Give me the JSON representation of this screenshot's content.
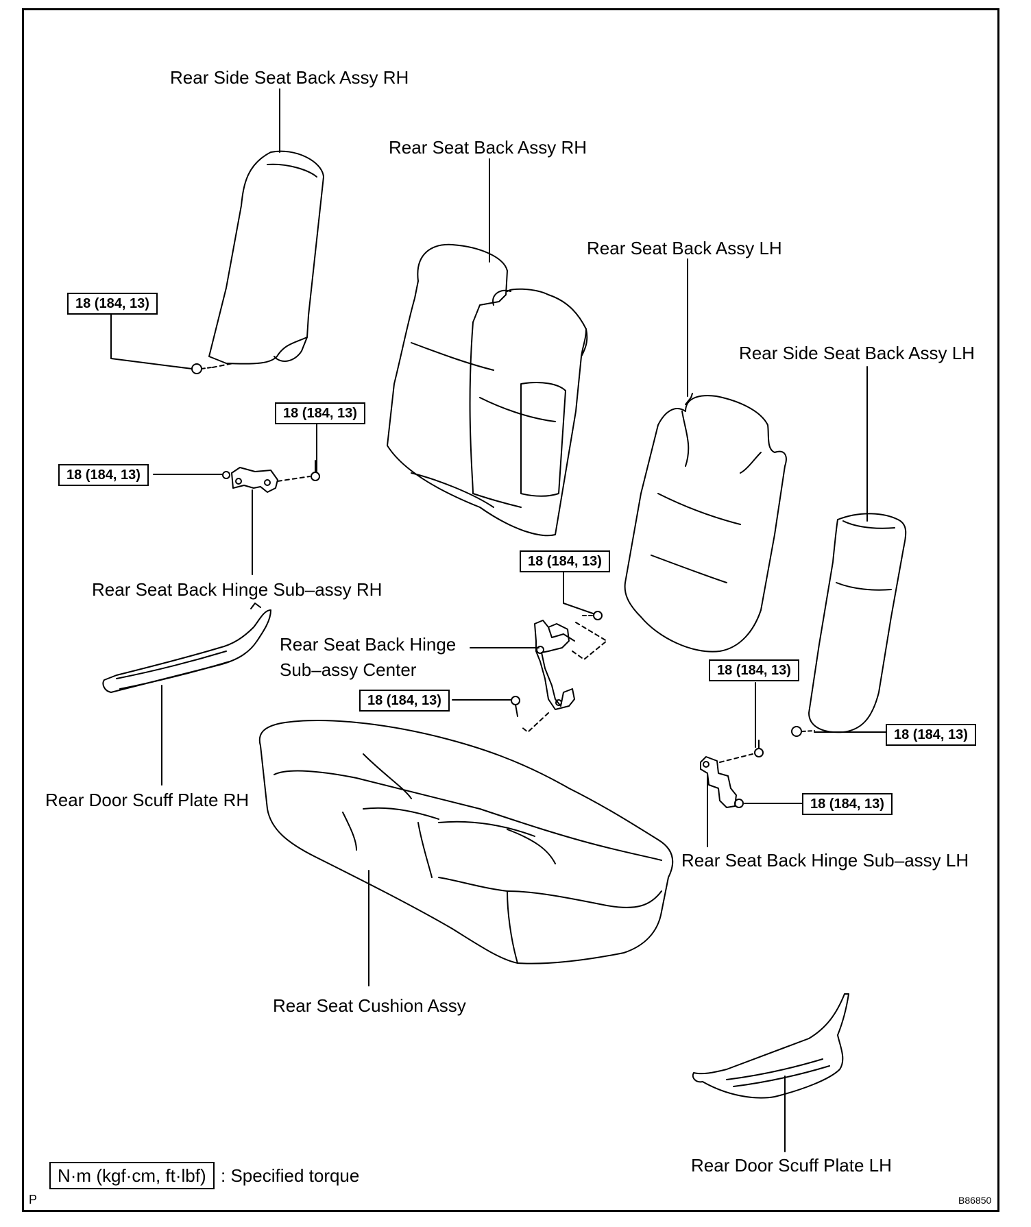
{
  "labels": {
    "side_back_rh": "Rear Side Seat Back Assy RH",
    "back_rh": "Rear Seat Back Assy RH",
    "back_lh": "Rear Seat Back Assy LH",
    "side_back_lh": "Rear Side Seat Back Assy LH",
    "hinge_rh": "Rear Seat Back Hinge Sub–assy RH",
    "hinge_center_line1": "Rear Seat Back Hinge",
    "hinge_center_line2": "Sub–assy Center",
    "scuff_rh": "Rear Door Scuff Plate RH",
    "cushion": "Rear Seat Cushion Assy",
    "hinge_lh": "Rear Seat Back Hinge Sub–assy LH",
    "scuff_lh": "Rear Door Scuff Plate LH"
  },
  "torque_spec": "18 (184, 13)",
  "legend": {
    "unit_box": "N·m (kgf·cm, ft·lbf)",
    "description": ": Specified torque"
  },
  "corner_mark": "P",
  "figure_code": "B86850"
}
